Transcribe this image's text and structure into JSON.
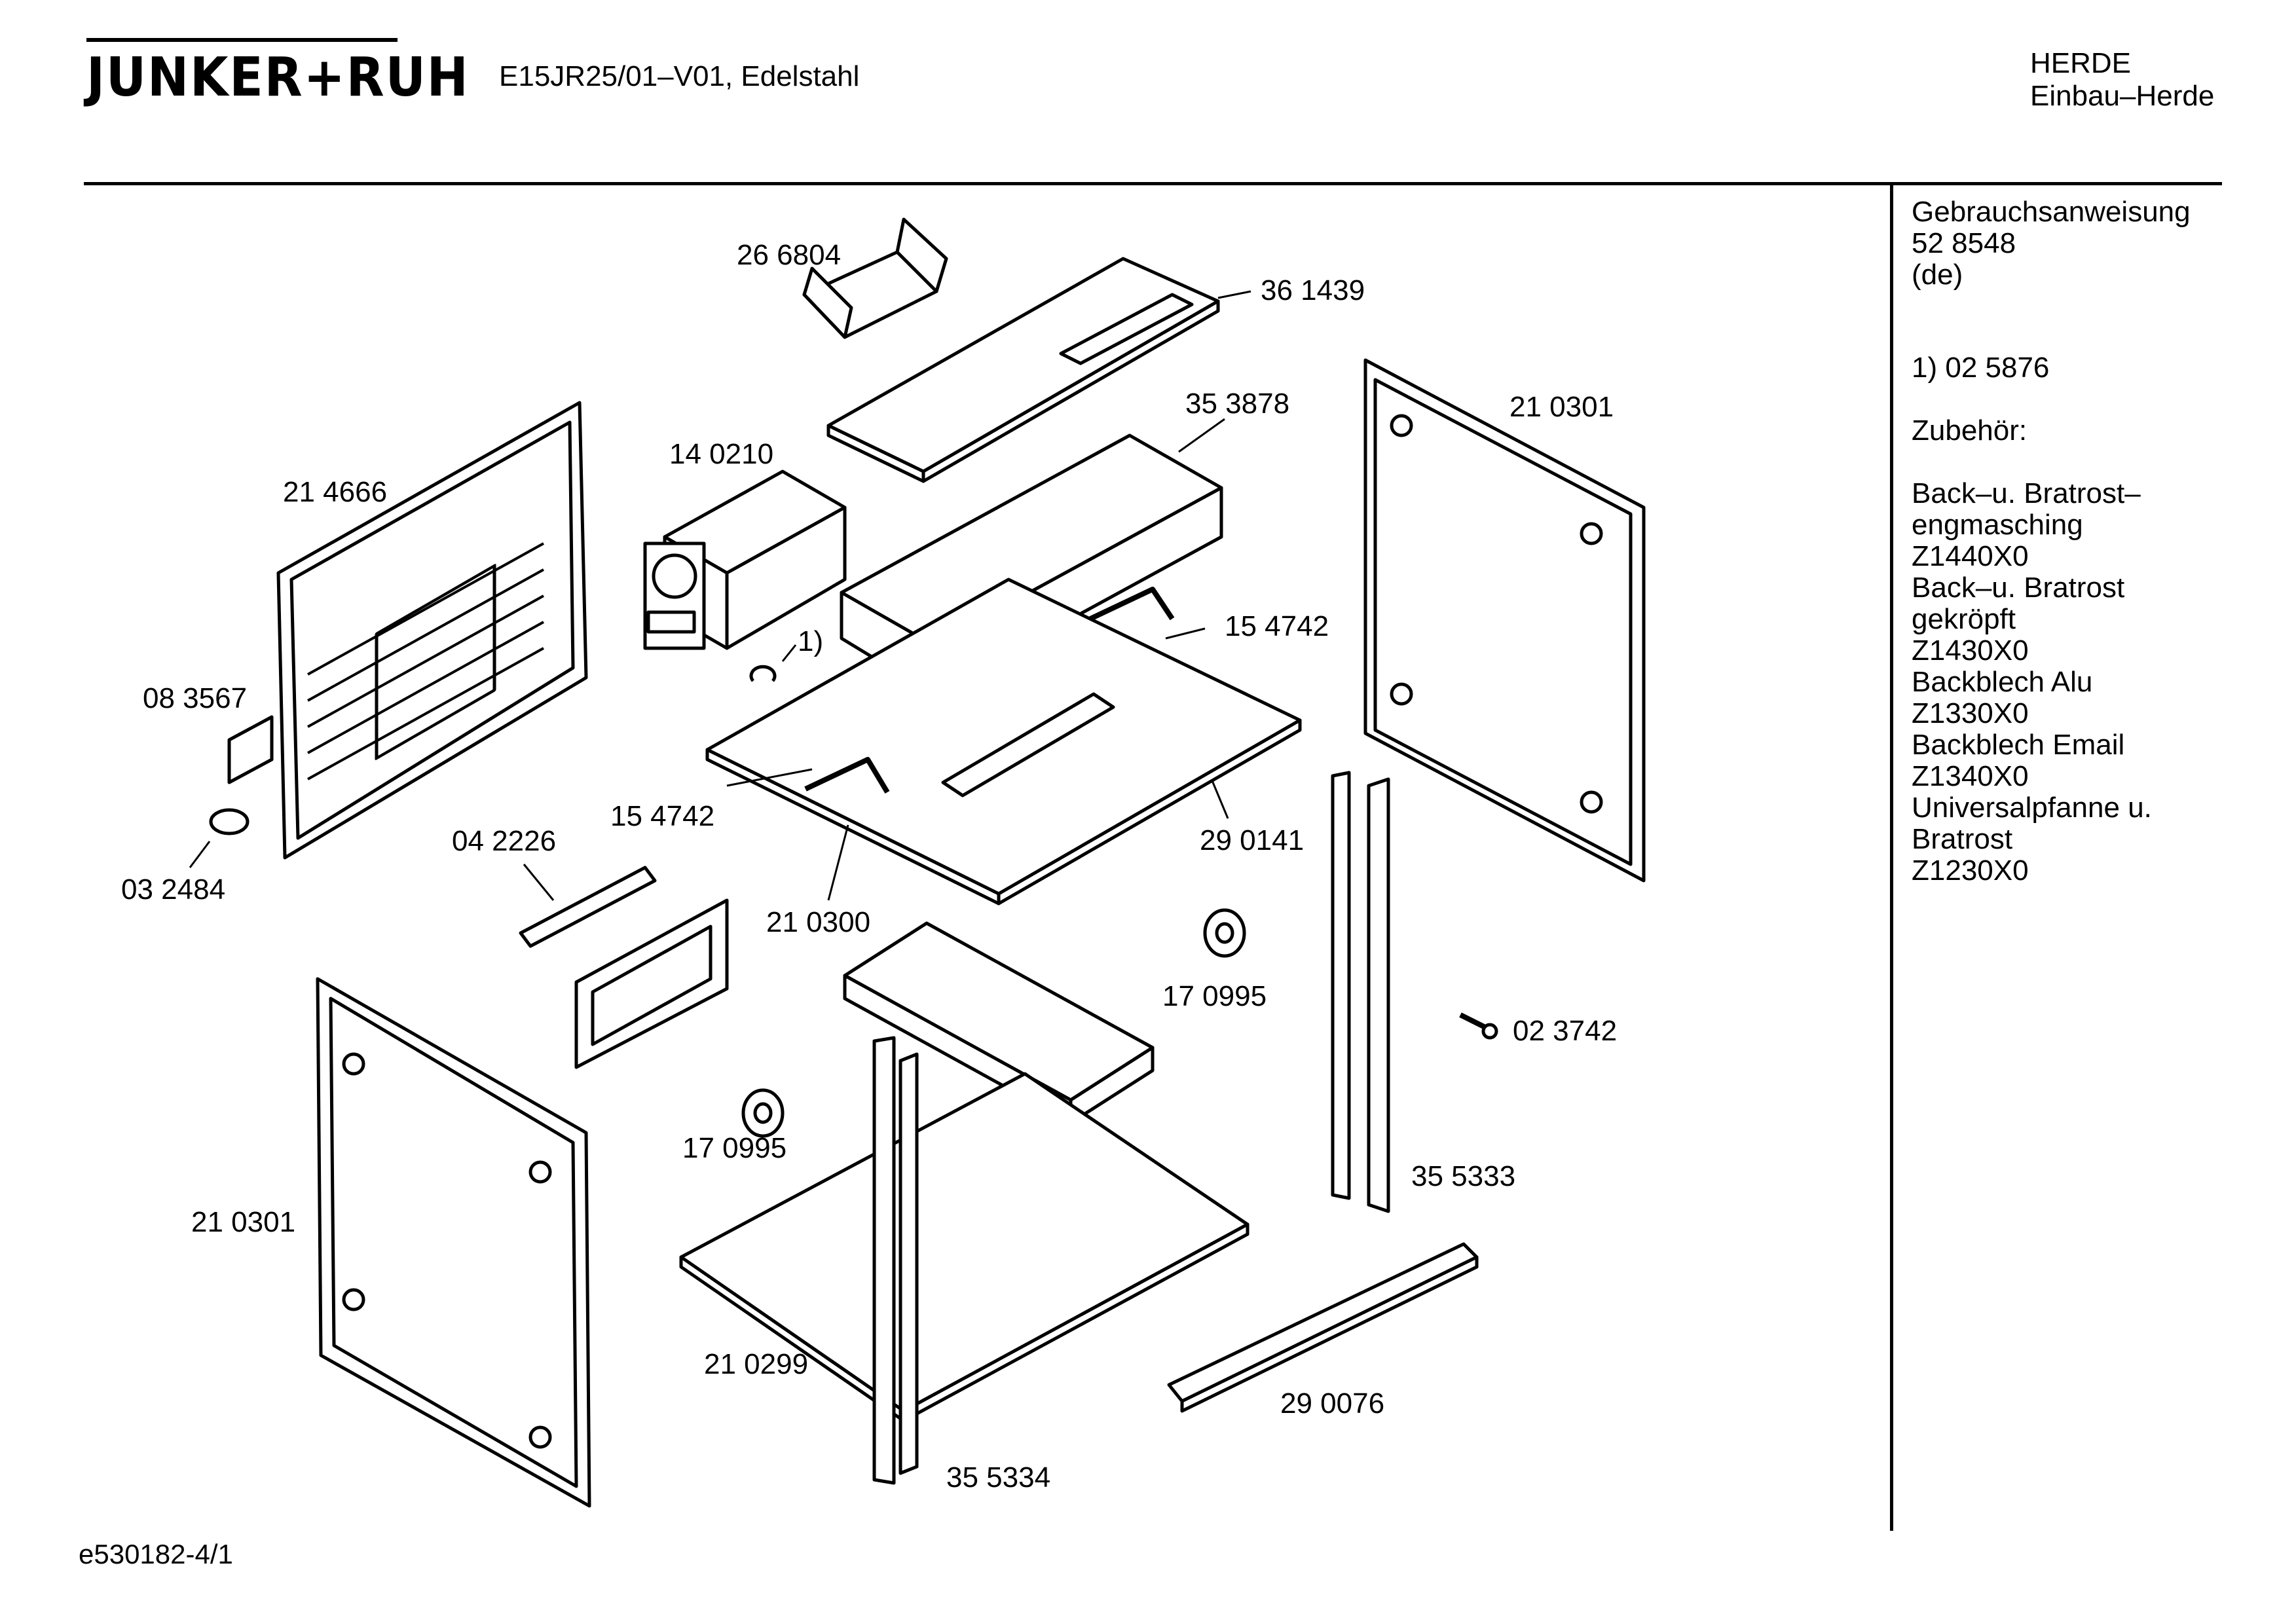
{
  "header": {
    "logo": "JUNKER+RUH",
    "model": "E15JR25/01–V01, Edelstahl",
    "category_line1": "HERDE",
    "category_line2": "Einbau–Herde"
  },
  "sidebar": {
    "manual_label": "Gebrauchsanweisung",
    "manual_number": "52 8548",
    "manual_lang": "(de)",
    "footnote": "1)  02 5876",
    "accessories_label": "Zubehör:",
    "accessories": [
      {
        "name_lines": [
          "Back–u. Bratrost–",
          "engmasching"
        ],
        "code": "Z1440X0"
      },
      {
        "name_lines": [
          "Back–u. Bratrost",
          "gekröpft"
        ],
        "code": "Z1430X0"
      },
      {
        "name_lines": [
          "Backblech Alu"
        ],
        "code": "Z1330X0"
      },
      {
        "name_lines": [
          "Backblech Email"
        ],
        "code": "Z1340X0"
      },
      {
        "name_lines": [
          "Universalpfanne u.",
          "Bratrost"
        ],
        "code": "Z1230X0"
      }
    ]
  },
  "parts": [
    {
      "id": "266804",
      "label": "26 6804"
    },
    {
      "id": "361439",
      "label": "36 1439"
    },
    {
      "id": "353878",
      "label": "35 3878"
    },
    {
      "id": "140210",
      "label": "14 0210"
    },
    {
      "id": "214666",
      "label": "21 4666"
    },
    {
      "id": "210301a",
      "label": "21 0301"
    },
    {
      "id": "154742a",
      "label": "15 4742"
    },
    {
      "id": "fn1",
      "label": "1)"
    },
    {
      "id": "083567",
      "label": "08 3567"
    },
    {
      "id": "154742b",
      "label": "15 4742"
    },
    {
      "id": "290141",
      "label": "29 0141"
    },
    {
      "id": "042226",
      "label": "04 2226"
    },
    {
      "id": "032484",
      "label": "03 2484"
    },
    {
      "id": "210300",
      "label": "21 0300"
    },
    {
      "id": "170995a",
      "label": "17 0995"
    },
    {
      "id": "023742",
      "label": "02 3742"
    },
    {
      "id": "170995b",
      "label": "17 0995"
    },
    {
      "id": "355333",
      "label": "35 5333"
    },
    {
      "id": "210301b",
      "label": "21 0301"
    },
    {
      "id": "210299",
      "label": "21 0299"
    },
    {
      "id": "290076",
      "label": "29 0076"
    },
    {
      "id": "355334",
      "label": "35 5334"
    }
  ],
  "footer": {
    "drawing_id": "e530182-4/1"
  }
}
